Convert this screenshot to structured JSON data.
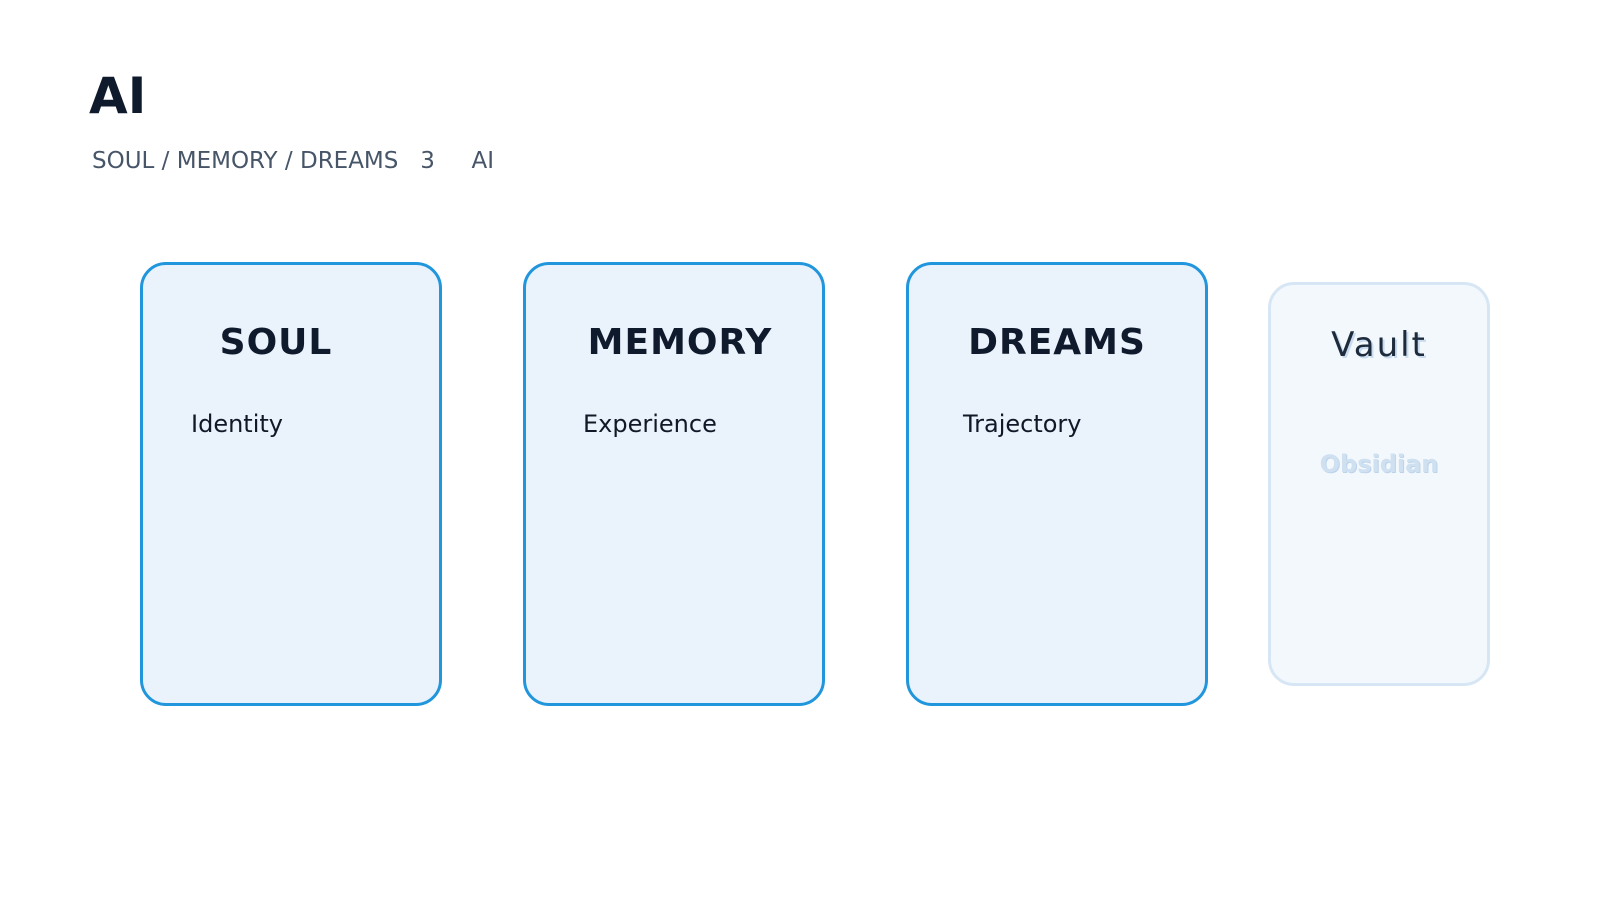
{
  "header": {
    "title": "AI",
    "subtitle": "SOUL / MEMORY / DREAMS   3     AI"
  },
  "cards": [
    {
      "title": "SOUL",
      "description": "Identity"
    },
    {
      "title": "MEMORY",
      "description": "Experience"
    },
    {
      "title": "DREAMS",
      "description": "Trajectory"
    }
  ],
  "vault": {
    "title": "Vault",
    "subtitle": "Obsidian"
  },
  "colors": {
    "card_border": "#2196dc",
    "card_fill": "#eaf3fc",
    "vault_border": "#d7e6f4",
    "vault_fill": "#f3f8fd",
    "title_text": "#0f1a2c",
    "subtitle_text": "#475569"
  }
}
